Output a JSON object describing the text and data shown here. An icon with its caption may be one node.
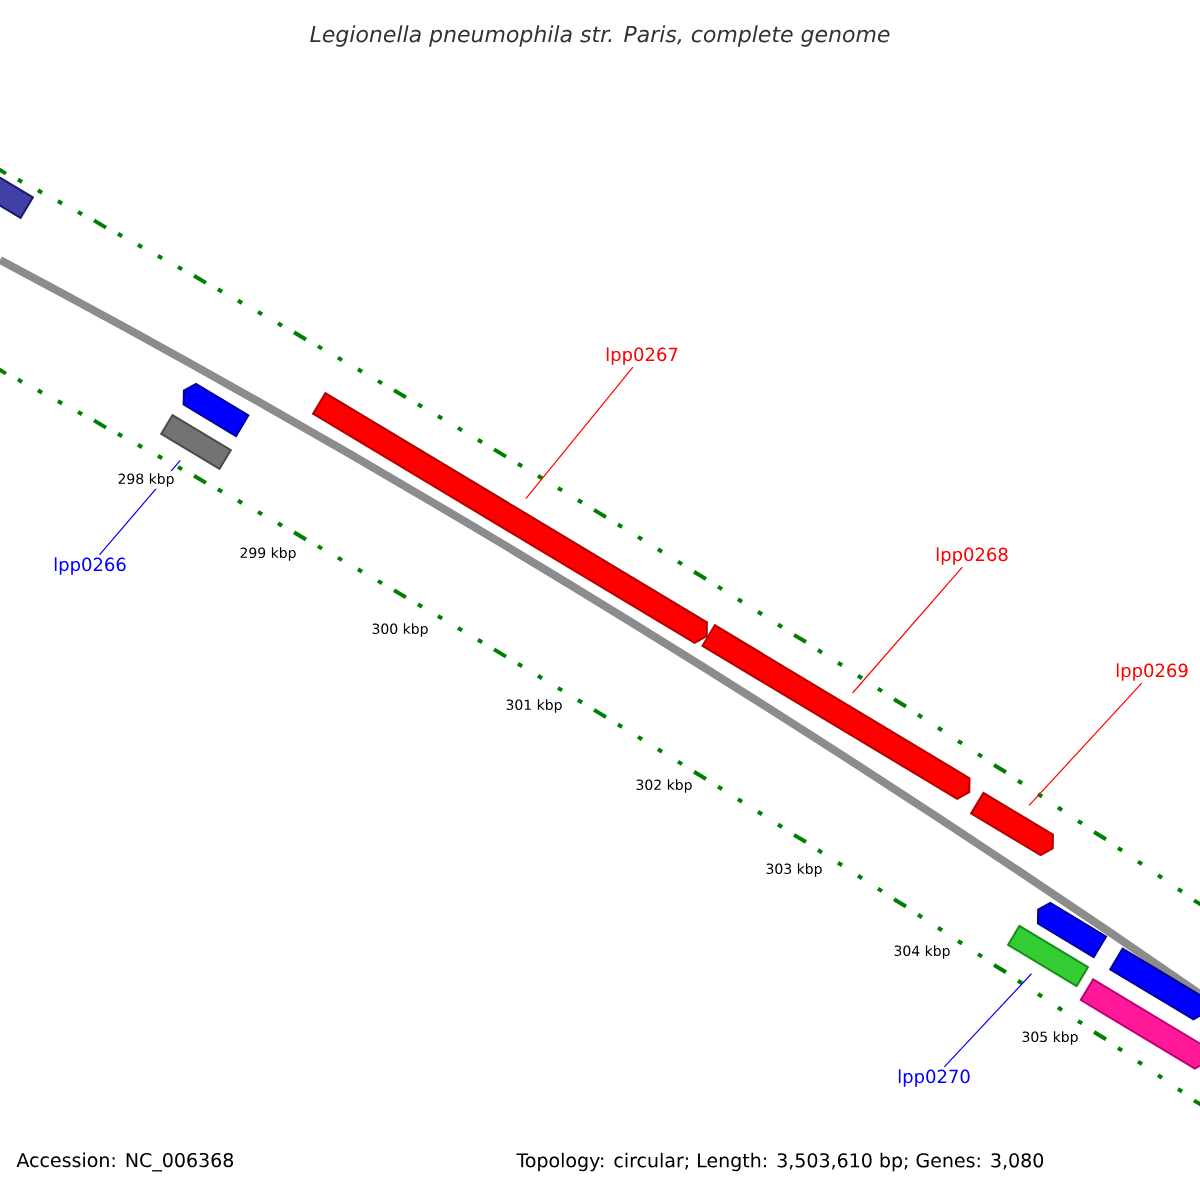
{
  "diagram": {
    "title": "Legionella pneumophila str. Paris, complete genome",
    "nodes": [
      {
        "text": [],
        "shape": "bar"
      },
      {
        "text": [
          "lpp0267"
        ]
      },
      {
        "text": [],
        "shape": "bar"
      },
      {
        "text": [],
        "shape": "bar"
      },
      {
        "text": [],
        "shape": "box"
      },
      {
        "text": [
          "lpp0266"
        ]
      },
      {
        "text": [
          "lpp0268"
        ]
      },
      {
        "text": [],
        "shape": "bar"
      },
      {
        "text": [
          "lpp0269"
        ]
      },
      {
        "text": [],
        "shape": "bar"
      },
      {
        "text": [],
        "shape": "bar"
      },
      {
        "text": [],
        "shape": "box"
      },
      {
        "text": [],
        "shape": "bar"
      },
      {
        "text": [],
        "shape": "bar"
      },
      {
        "text": [
          "lpp0270"
        ]
      }
    ],
    "edges": [
      {
        "from": 5,
        "to": 4,
        "arrow": "none",
        "color": "#0000ff"
      },
      {
        "from": 1,
        "to": 3,
        "arrow": "none",
        "color": "#ff0000"
      },
      {
        "from": 6,
        "to": 7,
        "arrow": "none",
        "color": "#ff0000"
      },
      {
        "from": 8,
        "to": 9,
        "arrow": "none",
        "color": "#ff0000"
      },
      {
        "from": 14,
        "to": 11,
        "arrow": "none",
        "color": "#0000ff"
      }
    ],
    "labels": [
      "298 kbp",
      "299 kbp",
      "300 kbp",
      "301 kbp",
      "302 kbp",
      "303 kbp",
      "304 kbp",
      "305 kbp",
      "Accession: NC_006368",
      "Topology: circular; Length: 3,503,610 bp; Genes: 3,080"
    ]
  }
}
